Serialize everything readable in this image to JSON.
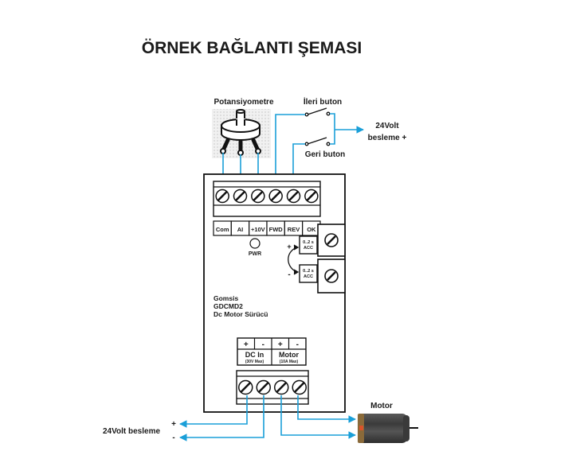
{
  "title": "ÖRNEK BAĞLANTI ŞEMASI",
  "colors": {
    "wire": "#1a9fd8",
    "line": "#111111",
    "motor_body": "#4a4a4a",
    "motor_accent": "#d9532a"
  },
  "potentiometer": {
    "label": "Potansiyometre"
  },
  "buttons": {
    "forward": "İleri buton",
    "reverse": "Geri buton"
  },
  "supply_top": {
    "line1": "24Volt",
    "line2": "besleme  +"
  },
  "terminals_top": [
    "Com",
    "AI",
    "+10V",
    "FWD",
    "REV",
    "OK"
  ],
  "pwr_label": "PWR",
  "trimmers": [
    {
      "line1": "0..2 s",
      "line2": "ACC",
      "sign": "+"
    },
    {
      "line1": "0..2 s",
      "line2": "ACC",
      "sign": "-"
    }
  ],
  "device": {
    "brand": "Gomsis",
    "model": "GDCMD2",
    "name": "Dc Motor Sürücü"
  },
  "terminals_bottom": {
    "signs": [
      "+",
      "-",
      "+",
      "-"
    ],
    "groups": [
      {
        "name": "DC In",
        "spec": "(30V Max)"
      },
      {
        "name": "Motor",
        "spec": "(10A Max)"
      }
    ]
  },
  "supply_bottom": {
    "label": "24Volt besleme",
    "plus": "+",
    "minus": "-"
  },
  "motor": {
    "label": "Motor"
  }
}
